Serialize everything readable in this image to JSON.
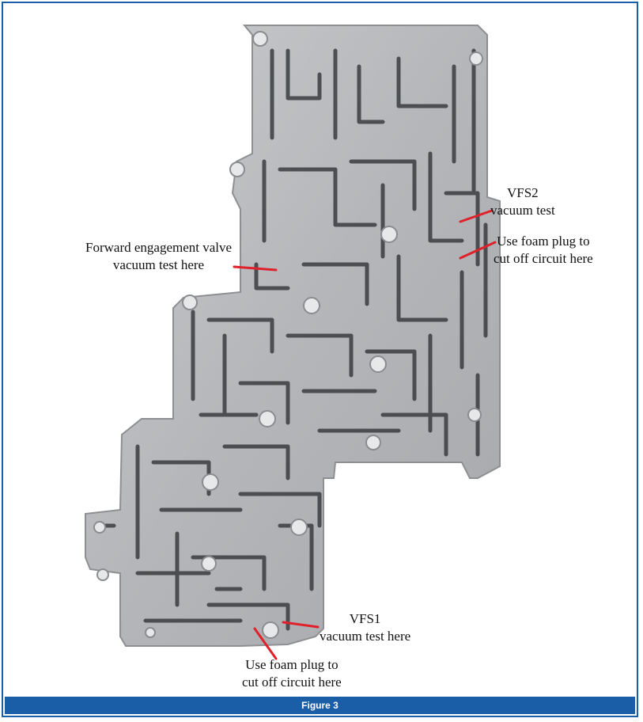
{
  "figure": {
    "caption": "Figure 3",
    "accent_color": "#1a5ea8",
    "leader_color": "#e0202a"
  },
  "callouts": {
    "vfs2": {
      "line1": "VFS2",
      "line2": "vacuum test"
    },
    "foam_top": {
      "line1": "Use foam plug to",
      "line2": "cut off circuit here"
    },
    "forward": {
      "line1": "Forward engagement valve",
      "line2": "vacuum test here"
    },
    "vfs1": {
      "line1": "VFS1",
      "line2": "vacuum test here"
    },
    "foam_bottom": {
      "line1": "Use foam plug to",
      "line2": "cut off circuit here"
    }
  }
}
